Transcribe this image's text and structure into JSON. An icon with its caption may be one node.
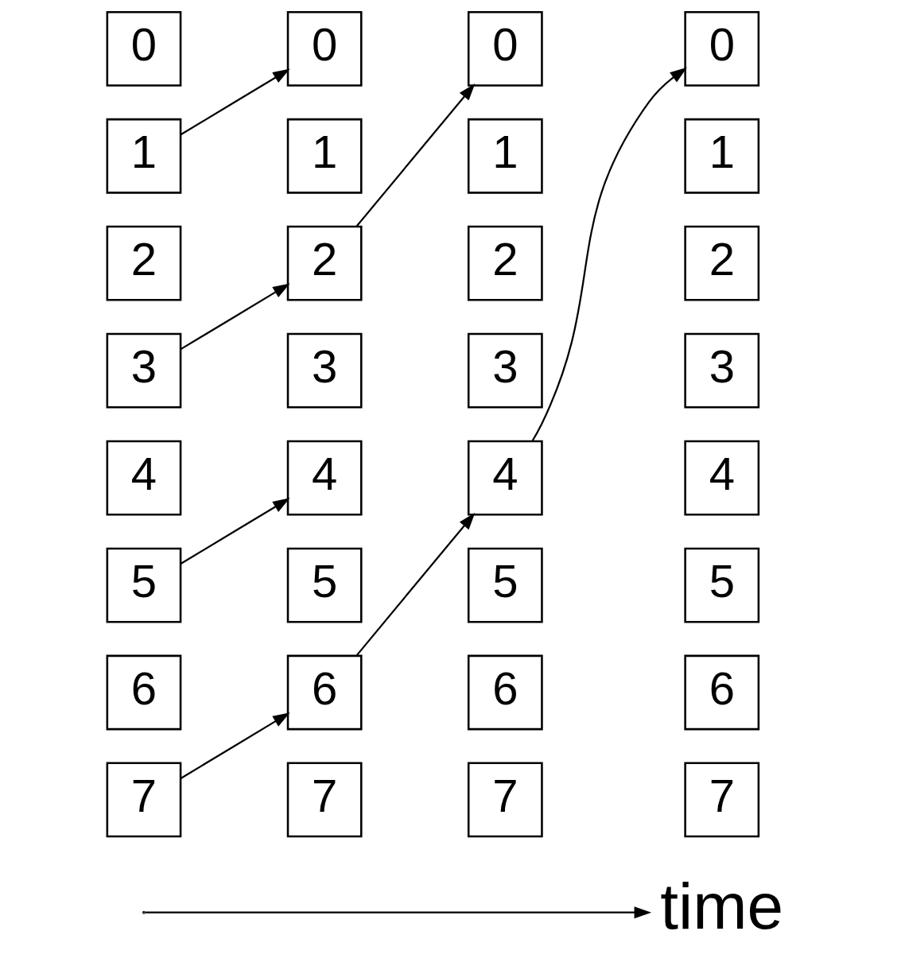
{
  "diagram": {
    "nodes": [
      {
        "text": [
          "0"
        ]
      },
      {
        "text": [
          "0"
        ]
      },
      {
        "text": [
          "0"
        ]
      },
      {
        "text": [
          "0"
        ]
      },
      {
        "text": [
          "1"
        ]
      },
      {
        "text": [
          "1"
        ]
      },
      {
        "text": [
          "1"
        ]
      },
      {
        "text": [
          "1"
        ]
      },
      {
        "text": [
          "2"
        ]
      },
      {
        "text": [
          "2"
        ]
      },
      {
        "text": [
          "2"
        ]
      },
      {
        "text": [
          "2"
        ]
      },
      {
        "text": [
          "3"
        ]
      },
      {
        "text": [
          "3"
        ]
      },
      {
        "text": [
          "3"
        ]
      },
      {
        "text": [
          "3"
        ]
      },
      {
        "text": [
          "4"
        ]
      },
      {
        "text": [
          "4"
        ]
      },
      {
        "text": [
          "4"
        ]
      },
      {
        "text": [
          "4"
        ]
      },
      {
        "text": [
          "5"
        ]
      },
      {
        "text": [
          "5"
        ]
      },
      {
        "text": [
          "5"
        ]
      },
      {
        "text": [
          "5"
        ]
      },
      {
        "text": [
          "6"
        ]
      },
      {
        "text": [
          "6"
        ]
      },
      {
        "text": [
          "6"
        ]
      },
      {
        "text": [
          "6"
        ]
      },
      {
        "text": [
          "7"
        ]
      },
      {
        "text": [
          "7"
        ]
      },
      {
        "text": [
          "7"
        ]
      },
      {
        "text": [
          "7"
        ]
      }
    ],
    "edges": [
      {
        "from": 4,
        "to": 1,
        "arrow": "to"
      },
      {
        "from": 12,
        "to": 9,
        "arrow": "to"
      },
      {
        "from": 20,
        "to": 17,
        "arrow": "to"
      },
      {
        "from": 28,
        "to": 25,
        "arrow": "to"
      },
      {
        "from": 9,
        "to": 2,
        "arrow": "to"
      },
      {
        "from": 25,
        "to": 18,
        "arrow": "to"
      },
      {
        "from": 18,
        "to": 3,
        "arrow": "to"
      }
    ],
    "labels": [
      "time"
    ]
  }
}
